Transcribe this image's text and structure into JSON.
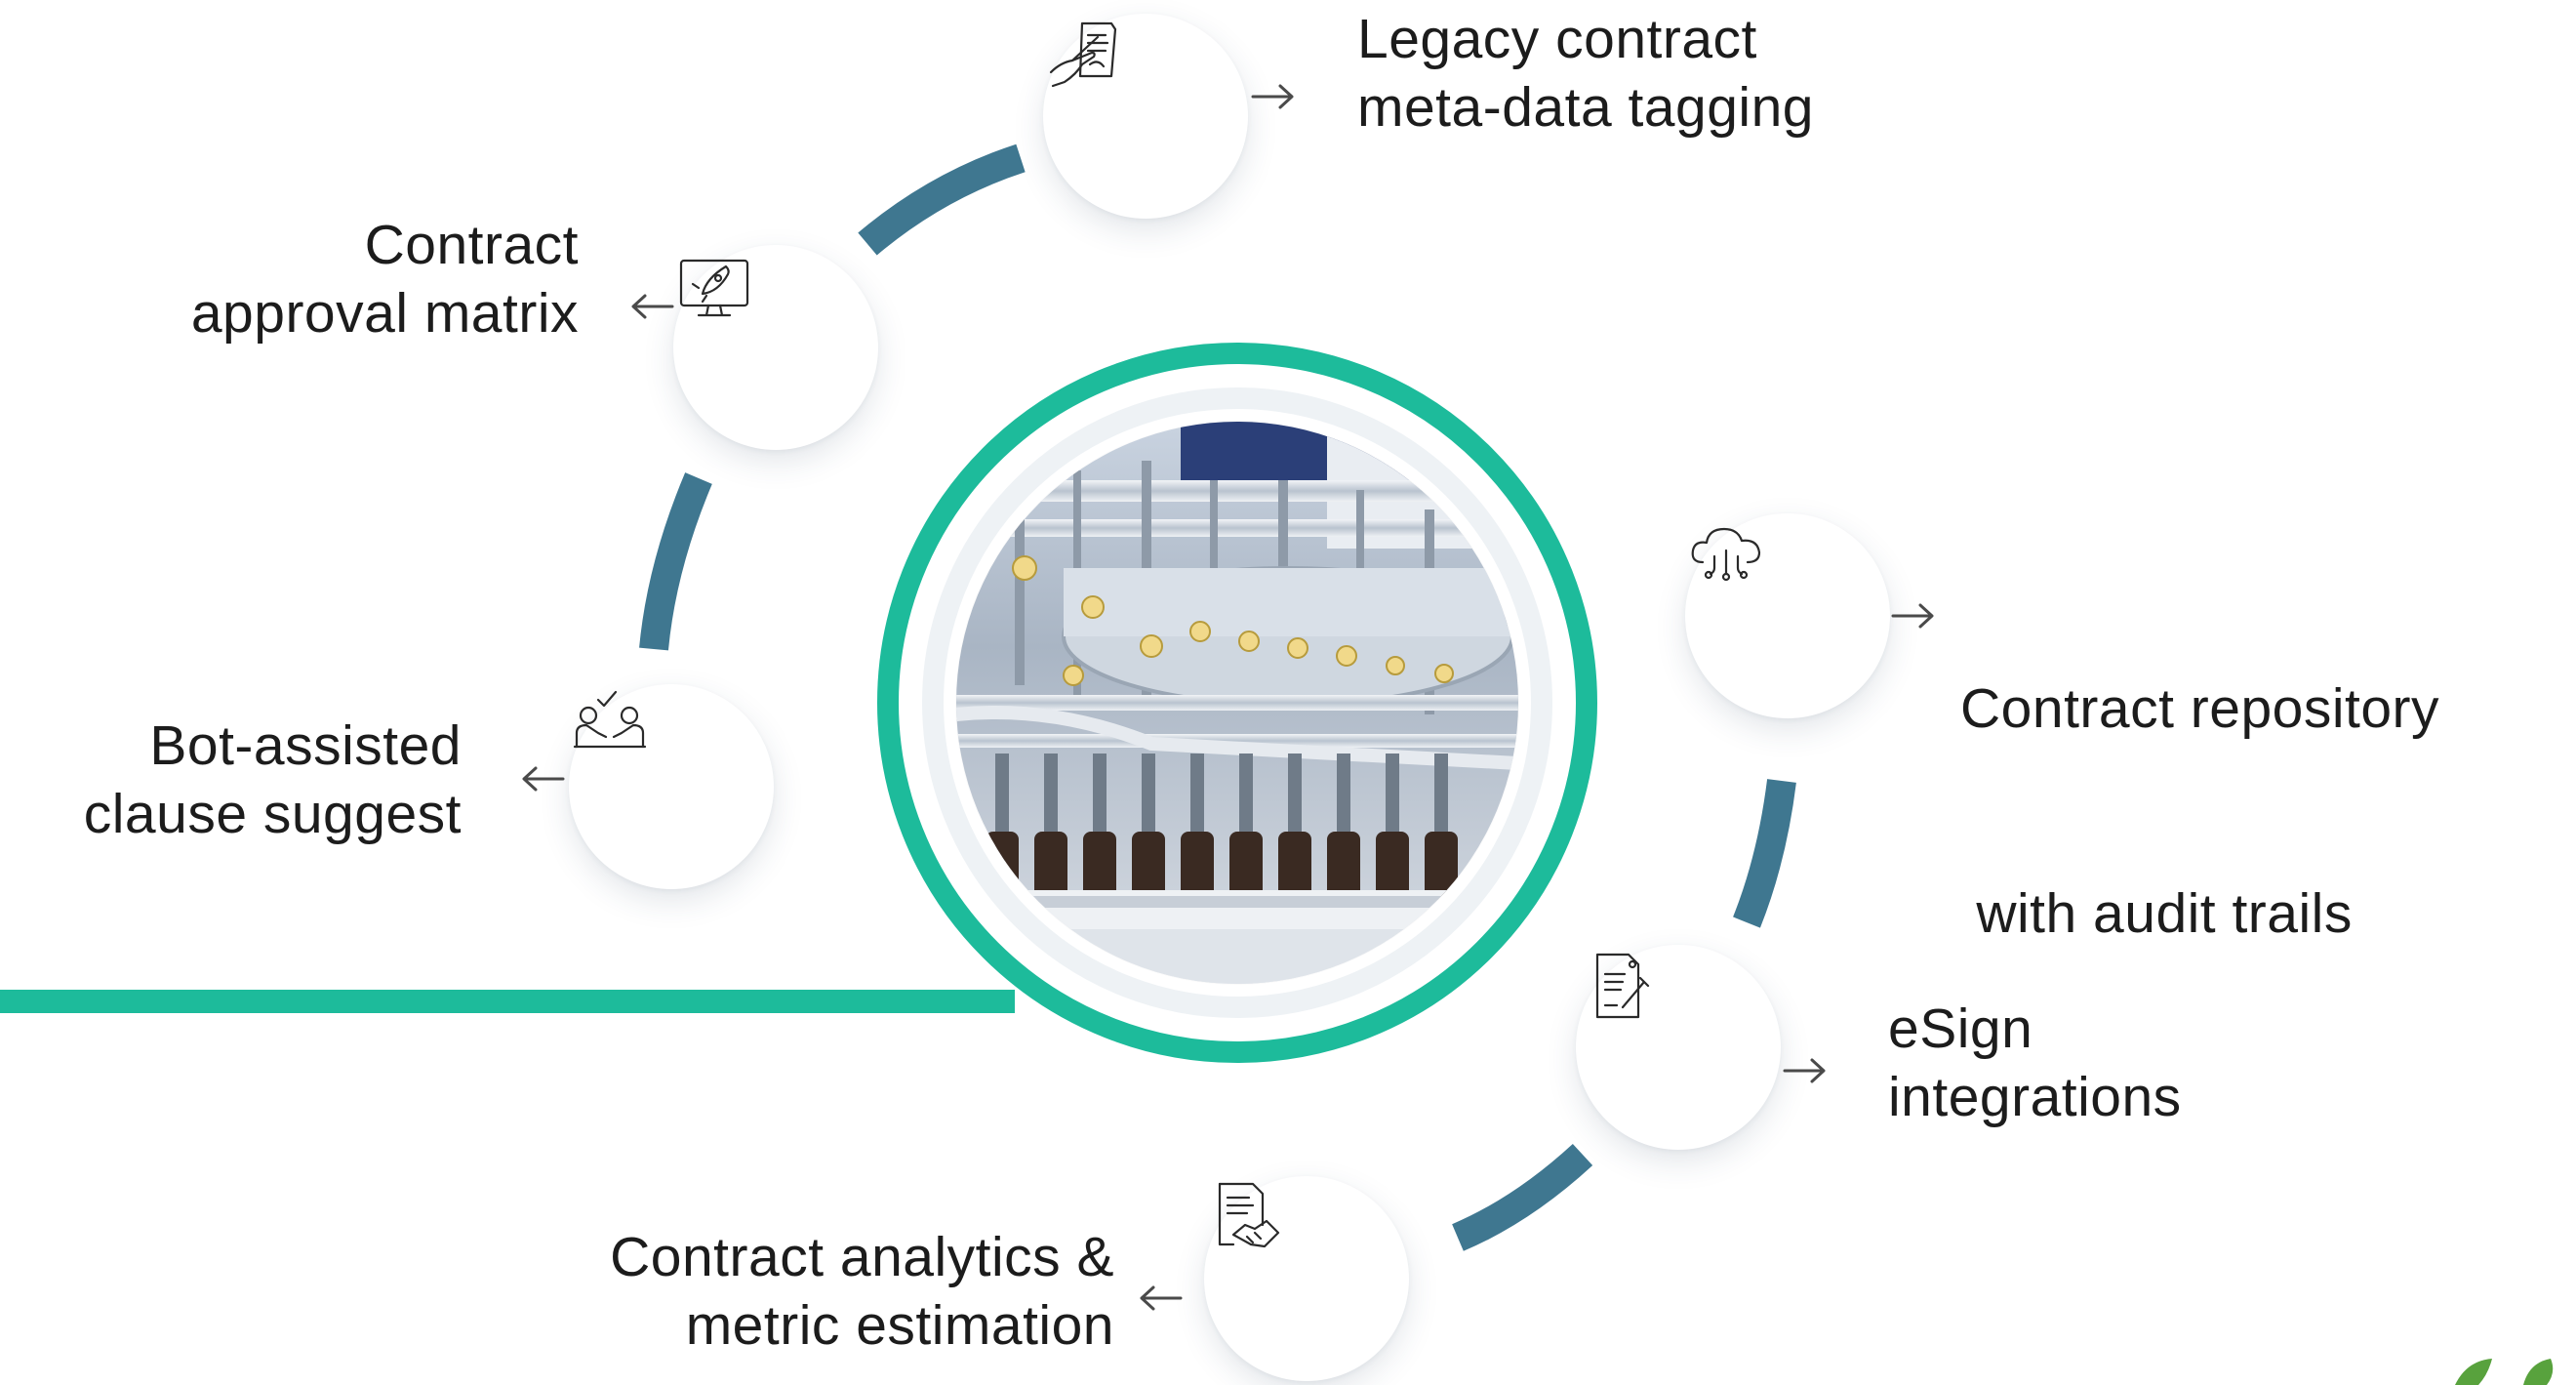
{
  "colors": {
    "teal": "#1dbb9b",
    "steel": "#3f7790",
    "text": "#1c1c1c",
    "arrow": "#4a4a4a",
    "logo_green": "#58a23d"
  },
  "items": [
    {
      "icon": "hand-writing-document-icon",
      "lines": [
        "Legacy contract",
        "meta-data tagging"
      ]
    },
    {
      "icon": "monitor-rocket-icon",
      "lines": [
        "Contract",
        "approval matrix"
      ]
    },
    {
      "icon": "cloud-network-icon",
      "lines": [
        "Contract repository",
        " with audit trails"
      ]
    },
    {
      "icon": "meeting-people-check-icon",
      "lines": [
        "Bot-assisted",
        "clause suggest"
      ]
    },
    {
      "icon": "document-signature-icon",
      "lines": [
        "eSign",
        "integrations"
      ]
    },
    {
      "icon": "document-handshake-icon",
      "lines": [
        "Contract analytics &",
        "metric estimation"
      ]
    }
  ],
  "center_image": "bottling-line-machinery-photo"
}
